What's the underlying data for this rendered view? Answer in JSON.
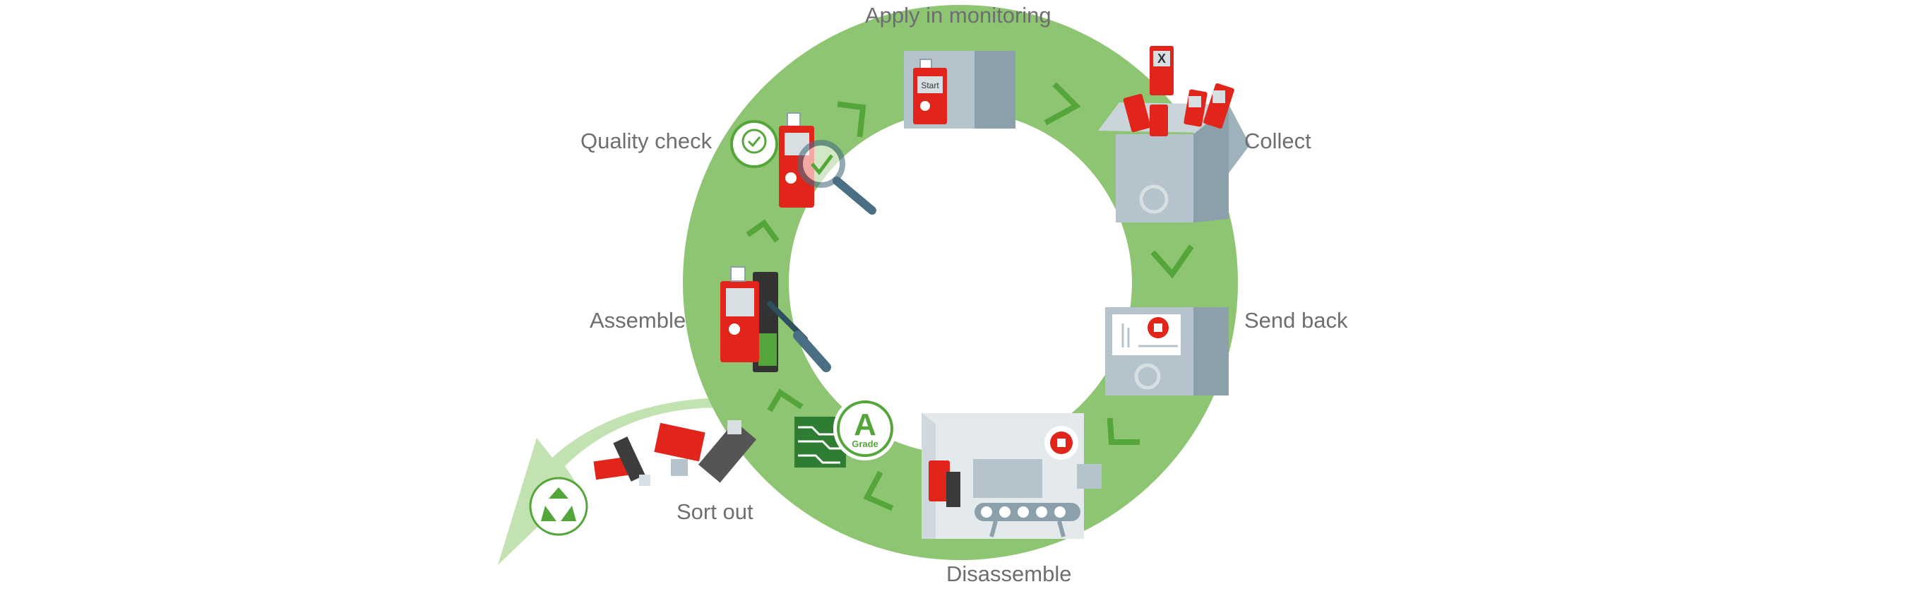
{
  "labels": {
    "apply": "Apply in monitoring",
    "collect": "Collect",
    "send_back": "Send back",
    "disassemble": "Disassemble",
    "sort_out": "Sort out",
    "assemble": "Assemble",
    "quality_check": "Quality check"
  },
  "icon_text": {
    "start": "Start",
    "x_mark": "X",
    "grade_letter": "A",
    "grade_word": "Grade"
  },
  "colors": {
    "ring": "#8dc572",
    "ring_light": "#bfe0ac",
    "arrow": "#54a63a",
    "logger_red": "#e1251b",
    "box_gray": "#b5c4cc",
    "box_dark": "#8ba0ab",
    "text": "#6d6e71"
  }
}
